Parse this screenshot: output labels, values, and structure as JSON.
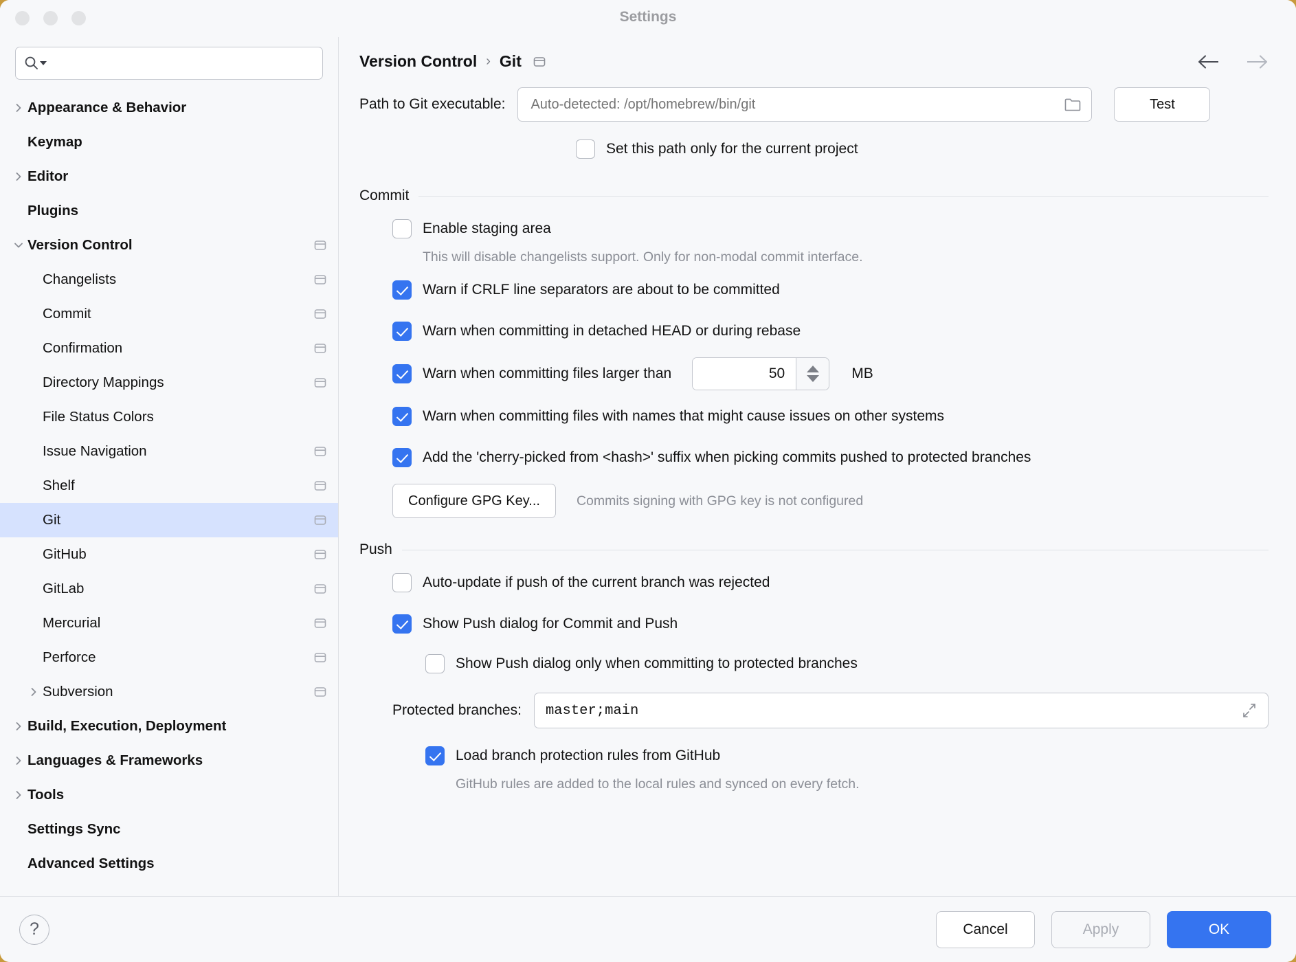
{
  "window": {
    "title": "Settings",
    "traffic_lights": [
      "close",
      "minimize",
      "zoom"
    ]
  },
  "search": {
    "value": "",
    "placeholder": "",
    "icon": "search-icon",
    "dropdown_icon": "triangle-down-icon"
  },
  "sidebar": {
    "items": [
      {
        "label": "Appearance & Behavior",
        "depth": 0,
        "bold": true,
        "arrow": "right",
        "badge": false,
        "selected": false
      },
      {
        "label": "Keymap",
        "depth": 0,
        "bold": true,
        "arrow": "none",
        "badge": false,
        "selected": false
      },
      {
        "label": "Editor",
        "depth": 0,
        "bold": true,
        "arrow": "right",
        "badge": false,
        "selected": false
      },
      {
        "label": "Plugins",
        "depth": 0,
        "bold": true,
        "arrow": "none",
        "badge": false,
        "selected": false
      },
      {
        "label": "Version Control",
        "depth": 0,
        "bold": true,
        "arrow": "down",
        "badge": true,
        "selected": false
      },
      {
        "label": "Changelists",
        "depth": 1,
        "bold": false,
        "arrow": "none",
        "badge": true,
        "selected": false
      },
      {
        "label": "Commit",
        "depth": 1,
        "bold": false,
        "arrow": "none",
        "badge": true,
        "selected": false
      },
      {
        "label": "Confirmation",
        "depth": 1,
        "bold": false,
        "arrow": "none",
        "badge": true,
        "selected": false
      },
      {
        "label": "Directory Mappings",
        "depth": 1,
        "bold": false,
        "arrow": "none",
        "badge": true,
        "selected": false
      },
      {
        "label": "File Status Colors",
        "depth": 1,
        "bold": false,
        "arrow": "none",
        "badge": false,
        "selected": false
      },
      {
        "label": "Issue Navigation",
        "depth": 1,
        "bold": false,
        "arrow": "none",
        "badge": true,
        "selected": false
      },
      {
        "label": "Shelf",
        "depth": 1,
        "bold": false,
        "arrow": "none",
        "badge": true,
        "selected": false
      },
      {
        "label": "Git",
        "depth": 1,
        "bold": false,
        "arrow": "none",
        "badge": true,
        "selected": true
      },
      {
        "label": "GitHub",
        "depth": 1,
        "bold": false,
        "arrow": "none",
        "badge": true,
        "selected": false
      },
      {
        "label": "GitLab",
        "depth": 1,
        "bold": false,
        "arrow": "none",
        "badge": true,
        "selected": false
      },
      {
        "label": "Mercurial",
        "depth": 1,
        "bold": false,
        "arrow": "none",
        "badge": true,
        "selected": false
      },
      {
        "label": "Perforce",
        "depth": 1,
        "bold": false,
        "arrow": "none",
        "badge": true,
        "selected": false
      },
      {
        "label": "Subversion",
        "depth": 2,
        "bold": false,
        "arrow": "right",
        "badge": true,
        "selected": false
      },
      {
        "label": "Build, Execution, Deployment",
        "depth": 0,
        "bold": true,
        "arrow": "right",
        "badge": false,
        "selected": false
      },
      {
        "label": "Languages & Frameworks",
        "depth": 0,
        "bold": true,
        "arrow": "right",
        "badge": false,
        "selected": false
      },
      {
        "label": "Tools",
        "depth": 0,
        "bold": true,
        "arrow": "right",
        "badge": false,
        "selected": false
      },
      {
        "label": "Settings Sync",
        "depth": 0,
        "bold": true,
        "arrow": "none",
        "badge": false,
        "selected": false
      },
      {
        "label": "Advanced Settings",
        "depth": 0,
        "bold": true,
        "arrow": "none",
        "badge": false,
        "selected": false
      }
    ]
  },
  "breadcrumb": {
    "parent": "Version Control",
    "separator": "›",
    "current": "Git",
    "badge_icon": "project-scope-icon",
    "back_icon": "arrow-left-icon",
    "forward_icon": "arrow-right-icon"
  },
  "git_path": {
    "label": "Path to Git executable:",
    "value": "",
    "placeholder": "Auto-detected: /opt/homebrew/bin/git",
    "browse_icon": "folder-icon",
    "test_button": "Test",
    "project_only_checkbox": {
      "label": "Set this path only for the current project",
      "checked": false
    }
  },
  "commit": {
    "section_title": "Commit",
    "enable_staging": {
      "label": "Enable staging area",
      "checked": false
    },
    "enable_staging_hint": "This will disable changelists support. Only for non-modal commit interface.",
    "warn_crlf": {
      "label": "Warn if CRLF line separators are about to be committed",
      "checked": true
    },
    "warn_detached": {
      "label": "Warn when committing in detached HEAD or during rebase",
      "checked": true
    },
    "warn_large_files": {
      "label": "Warn when committing files larger than",
      "checked": true
    },
    "large_file_size": "50",
    "large_file_unit": "MB",
    "warn_names": {
      "label": "Warn when committing files with names that might cause issues on other systems",
      "checked": true
    },
    "cherry_pick": {
      "label": "Add the 'cherry-picked from <hash>' suffix when picking commits pushed to protected branches",
      "checked": true
    },
    "gpg_button": "Configure GPG Key...",
    "gpg_status": "Commits signing with GPG key is not configured"
  },
  "push": {
    "section_title": "Push",
    "auto_update": {
      "label": "Auto-update if push of the current branch was rejected",
      "checked": false
    },
    "show_push_dialog": {
      "label": "Show Push dialog for Commit and Push",
      "checked": true
    },
    "show_push_protected": {
      "label": "Show Push dialog only when committing to protected branches",
      "checked": false
    },
    "protected_branches_label": "Protected branches:",
    "protected_branches_value": "master;main",
    "expand_icon": "expand-diagonal-icon",
    "load_github_rules": {
      "label": "Load branch protection rules from GitHub",
      "checked": true
    },
    "load_github_rules_hint": "GitHub rules are added to the local rules and synced on every fetch."
  },
  "footer": {
    "help_icon": "question-mark-icon",
    "cancel": "Cancel",
    "apply": "Apply",
    "ok": "OK"
  },
  "colors": {
    "accent": "#3574F0",
    "selection": "#D6E2FE",
    "background": "#F7F8FA",
    "border": "#C4C7CE",
    "muted_text": "#8B8E96"
  }
}
